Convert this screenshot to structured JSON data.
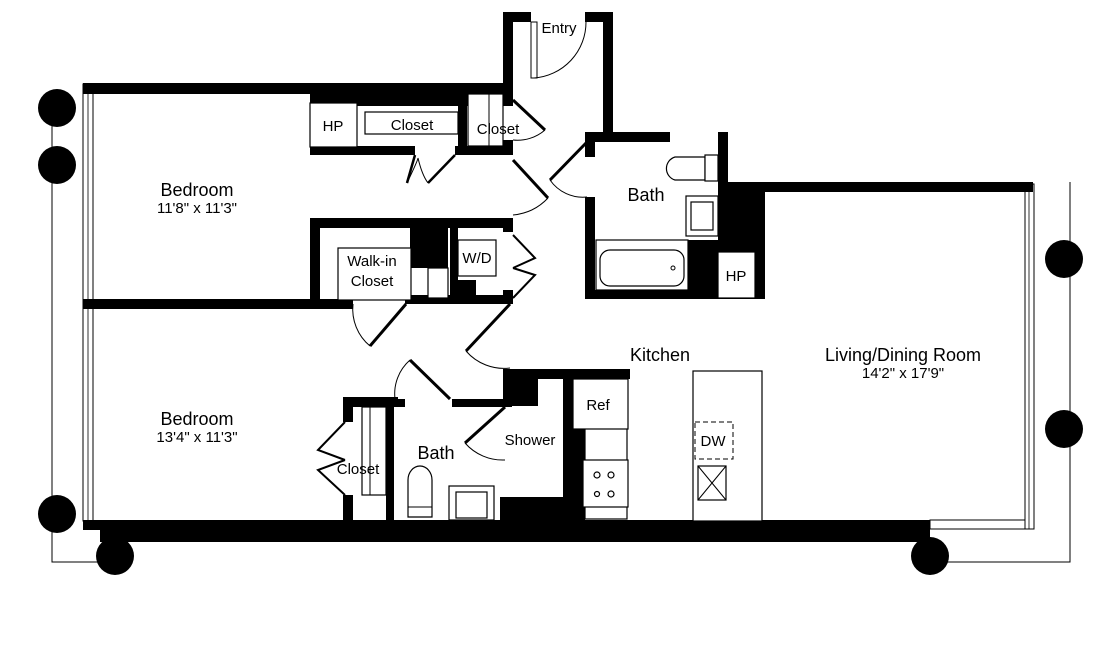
{
  "plan": {
    "background": "#ffffff",
    "wall_color": "#000000",
    "rooms": [
      {
        "id": "bedroom1",
        "name": "Bedroom",
        "dimensions": "11'8\" x 11'3\""
      },
      {
        "id": "bedroom2",
        "name": "Bedroom",
        "dimensions": "13'4\" x 11'3\""
      },
      {
        "id": "living",
        "name": "Living/Dining Room",
        "dimensions": "14'2\" x 17'9\""
      },
      {
        "id": "kitchen",
        "name": "Kitchen"
      },
      {
        "id": "bath1",
        "name": "Bath"
      },
      {
        "id": "bath2",
        "name": "Bath"
      },
      {
        "id": "entry",
        "name": "Entry"
      },
      {
        "id": "walkin",
        "name": "Walk-in",
        "name2": "Closet"
      },
      {
        "id": "closet_a",
        "name": "Closet"
      },
      {
        "id": "closet_b",
        "name": "Closet"
      },
      {
        "id": "closet_c",
        "name": "Closet"
      },
      {
        "id": "shower",
        "name": "Shower"
      }
    ],
    "fixtures": {
      "hp1": "HP",
      "hp2": "HP",
      "wd": "W/D",
      "ref": "Ref",
      "dw": "DW"
    }
  }
}
